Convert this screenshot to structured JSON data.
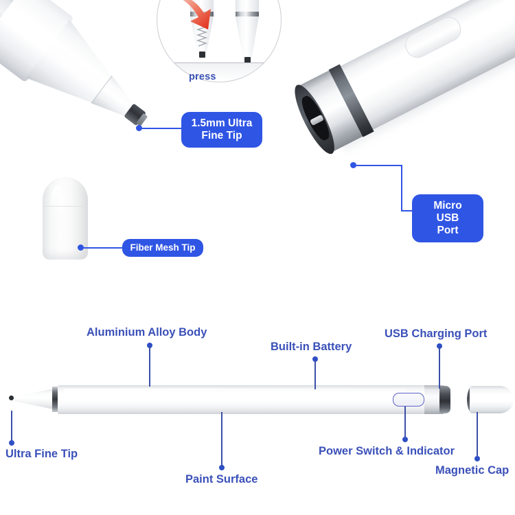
{
  "product": {
    "type": "stylus-pen-infographic",
    "accent_blue": "#2f55e4",
    "label_blue": "#3a50b8",
    "background": "#ffffff"
  },
  "top_section": {
    "inset": {
      "press_label": "press",
      "caption_color": "#3a52b5"
    },
    "callouts": [
      {
        "id": "ultra-fine-tip",
        "style": "badge",
        "line1": "1.5mm Ultra",
        "line2": "Fine Tip"
      },
      {
        "id": "fiber-mesh-tip",
        "style": "badge",
        "line1": "Fiber Mesh Tip",
        "line2": ""
      },
      {
        "id": "micro-usb-port",
        "style": "badge",
        "line1": "Micro USB",
        "line2": "Port"
      }
    ]
  },
  "bottom_section": {
    "labels": [
      {
        "id": "aluminium-alloy-body",
        "text": "Aluminium Alloy Body",
        "position": "above"
      },
      {
        "id": "built-in-battery",
        "text": "Built-in Battery",
        "position": "above"
      },
      {
        "id": "usb-charging-port",
        "text": "USB Charging Port",
        "position": "above"
      },
      {
        "id": "ultra-fine-tip",
        "text": "Ultra Fine Tip",
        "position": "below"
      },
      {
        "id": "paint-surface",
        "text": "Paint Surface",
        "position": "below"
      },
      {
        "id": "power-switch-indicator",
        "text": "Power Switch & Indicator",
        "position": "below"
      },
      {
        "id": "magnetic-cap",
        "text": "Magnetic Cap",
        "position": "below"
      }
    ]
  }
}
